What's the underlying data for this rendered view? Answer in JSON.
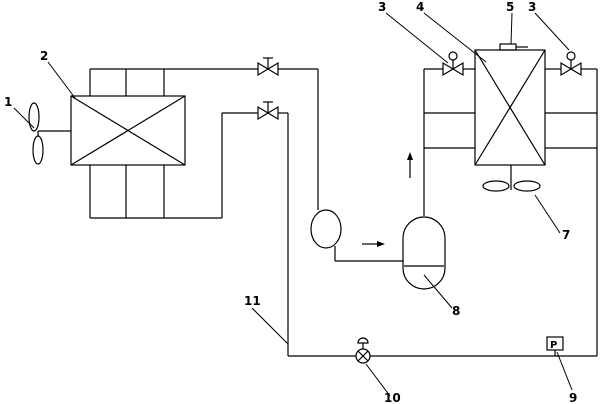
{
  "labels": {
    "fan": "1",
    "outdoor_heat_exchanger": "2",
    "valve_left": "3",
    "indoor_heat_exchanger": "4",
    "top_component": "5",
    "indoor_fan": "7",
    "receiver": "8",
    "pressure_label_number": "9",
    "throttle_valve": "10",
    "pipe": "11",
    "valve_right": "3"
  },
  "pressure_gauge_symbol": "P"
}
